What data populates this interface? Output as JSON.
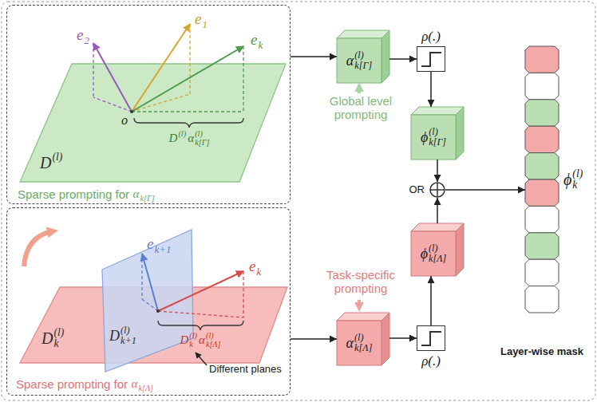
{
  "diagram": {
    "nodes": [
      {
        "text": [
          "Sparse prompting for",
          "α",
          "k[Γ]"
        ]
      },
      {
        "text": [
          "D",
          "(l)"
        ],
        "in": 0
      },
      {
        "text": [
          "Sparse prompting for",
          "α",
          "k[Λ]"
        ]
      },
      {
        "text": [
          "D",
          "(l)",
          "k"
        ],
        "in": 2
      },
      {
        "text": [
          "D",
          "(l)",
          "k+1"
        ],
        "in": 2
      },
      {
        "text": [
          "α",
          "(l)",
          "k[Γ]"
        ]
      },
      {
        "text": [
          "ρ(.)"
        ]
      },
      {
        "text": [
          "ϕ",
          "(l)",
          "k[Γ]"
        ]
      },
      {
        "text": [
          "OR"
        ]
      },
      {
        "text": [
          "ϕ",
          "(l)",
          "k[Λ]"
        ]
      },
      {
        "text": [
          "α",
          "(l)",
          "k[Λ]"
        ]
      },
      {
        "text": [
          "ρ(.)"
        ]
      },
      {
        "text": [
          "ϕ",
          "(l)",
          "k",
          "Layer-wise mask"
        ]
      }
    ],
    "edges": [
      {
        "from": 0,
        "to": 5,
        "arrow": "to"
      },
      {
        "from": 5,
        "to": 6,
        "arrow": "to"
      },
      {
        "from": 6,
        "to": 7,
        "arrow": "to"
      },
      {
        "from": 7,
        "to": 8,
        "arrow": "to"
      },
      {
        "from": 9,
        "to": 8,
        "arrow": "to"
      },
      {
        "from": 8,
        "to": 12,
        "arrow": "to"
      },
      {
        "from": 2,
        "to": 10,
        "arrow": "to"
      },
      {
        "from": 10,
        "to": 11,
        "arrow": "to"
      },
      {
        "from": 11,
        "to": 9,
        "arrow": "to"
      }
    ],
    "labels": [
      "e",
      "2",
      "e",
      "1",
      "e",
      "k",
      "o",
      "D",
      "(l)",
      "α",
      "(l)",
      "k[Γ]",
      "Global level prompting",
      "e",
      "k+1",
      "e",
      "k",
      "D",
      "(l)",
      "k",
      "α",
      "(l)",
      "k[Λ]",
      "Different planes",
      "Task-specific prompting"
    ]
  }
}
